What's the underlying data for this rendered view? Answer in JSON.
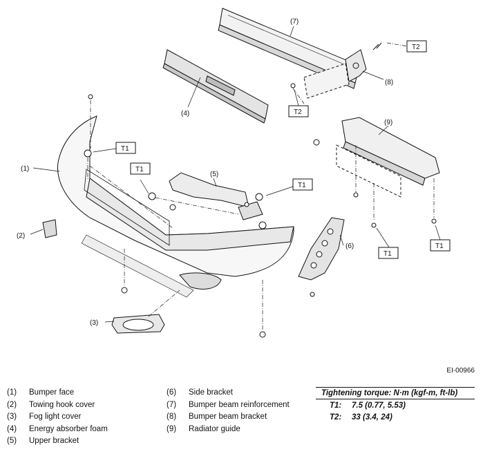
{
  "figure": {
    "code": "EI-00966"
  },
  "callouts": {
    "part_numbers": [
      "(1)",
      "(2)",
      "(3)",
      "(4)",
      "(5)",
      "(6)",
      "(7)",
      "(8)",
      "(9)"
    ],
    "t1": "T1",
    "t2": "T2"
  },
  "legend": {
    "left": [
      {
        "num": "(1)",
        "label": "Bumper face"
      },
      {
        "num": "(2)",
        "label": "Towing hook cover"
      },
      {
        "num": "(3)",
        "label": "Fog light cover"
      },
      {
        "num": "(4)",
        "label": "Energy absorber foam"
      },
      {
        "num": "(5)",
        "label": "Upper bracket"
      }
    ],
    "right": [
      {
        "num": "(6)",
        "label": "Side bracket"
      },
      {
        "num": "(7)",
        "label": "Bumper beam reinforcement"
      },
      {
        "num": "(8)",
        "label": "Bumper beam bracket"
      },
      {
        "num": "(9)",
        "label": "Radiator guide"
      }
    ]
  },
  "torque": {
    "heading": "Tightening torque: N·m (kgf-m, ft-lb)",
    "rows": [
      {
        "label": "T1:",
        "value": "7.5 (0.77, 5.53)"
      },
      {
        "label": "T2:",
        "value": "33 (3.4, 24)"
      }
    ]
  }
}
